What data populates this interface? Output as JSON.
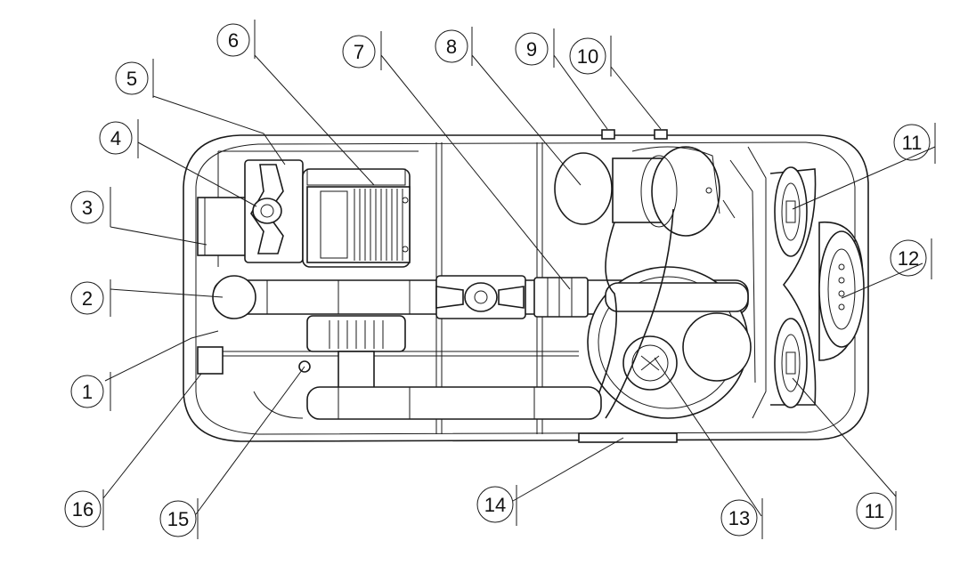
{
  "callouts": [
    {
      "id": "c1",
      "label": "1"
    },
    {
      "id": "c2",
      "label": "2"
    },
    {
      "id": "c3",
      "label": "3"
    },
    {
      "id": "c4",
      "label": "4"
    },
    {
      "id": "c5",
      "label": "5"
    },
    {
      "id": "c6",
      "label": "6"
    },
    {
      "id": "c7",
      "label": "7"
    },
    {
      "id": "c8",
      "label": "8"
    },
    {
      "id": "c9",
      "label": "9"
    },
    {
      "id": "c10",
      "label": "10"
    },
    {
      "id": "c11a",
      "label": "11"
    },
    {
      "id": "c11b",
      "label": "11"
    },
    {
      "id": "c12",
      "label": "12"
    },
    {
      "id": "c13",
      "label": "13"
    },
    {
      "id": "c14",
      "label": "14"
    },
    {
      "id": "c15",
      "label": "15"
    },
    {
      "id": "c16",
      "label": "16"
    }
  ],
  "colors": {
    "line": "#1a1a1a",
    "background": "#ffffff"
  }
}
